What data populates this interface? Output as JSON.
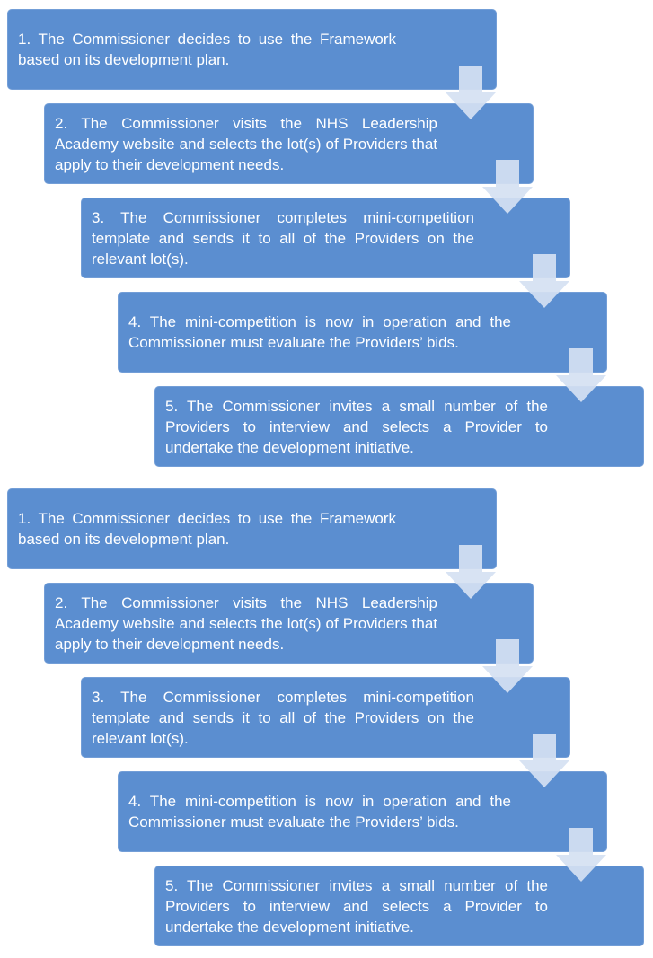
{
  "colors": {
    "box_fill": "#5b8ed0",
    "arrow_fill": "#d5e1f2",
    "text": "#ffffff"
  },
  "diagrams": [
    {
      "steps": [
        "1. The Commissioner decides to use the Framework based on its development plan.",
        "2. The Commissioner  visits the NHS Leadership Academy website and selects the lot(s) of Providers that apply to their development needs.",
        "3. The Commissioner completes mini-competition template and sends it to all of the Providers  on the relevant lot(s).",
        "4. The mini-competition is now in operation and the Commissioner must evaluate the Providers’ bids.",
        "5. The Commissioner invites a small number of the Providers to interview and selects a Provider to undertake the development initiative."
      ],
      "arrow_icon": "down-arrow-icon"
    },
    {
      "steps": [
        "1. The Commissioner decides to use the Framework based on its development plan.",
        "2. The Commissioner  visits the NHS Leadership Academy website and selects the lot(s) of Providers that apply to their development needs.",
        "3. The Commissioner completes mini-competition template and sends it to all of the Providers  on the relevant lot(s).",
        "4. The mini-competition is now in operation and the Commissioner must evaluate the Providers’ bids.",
        "5. The Commissioner invites a small number of the Providers to interview and selects a Provider to undertake the development initiative."
      ],
      "arrow_icon": "down-arrow-icon"
    }
  ]
}
